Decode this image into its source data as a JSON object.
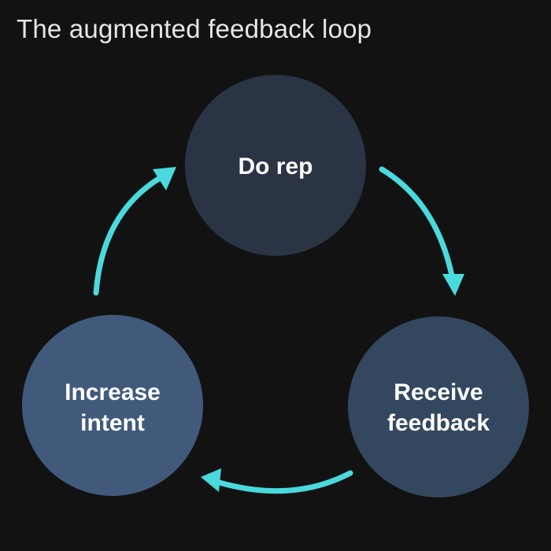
{
  "title": "The augmented feedback loop",
  "colors": {
    "background": "#121212",
    "arrow": "#4ad9dc",
    "node_top": "#2a3445",
    "node_right": "#33475e",
    "node_left": "#415a7c"
  },
  "nodes": {
    "do_rep": {
      "line1": "Do rep"
    },
    "receive_feedback": {
      "line1": "Receive",
      "line2": "feedback"
    },
    "increase_intent": {
      "line1": "Increase",
      "line2": "intent"
    }
  },
  "edges": [
    {
      "from": "Do rep",
      "to": "Receive feedback"
    },
    {
      "from": "Receive feedback",
      "to": "Increase intent"
    },
    {
      "from": "Increase intent",
      "to": "Do rep"
    }
  ]
}
